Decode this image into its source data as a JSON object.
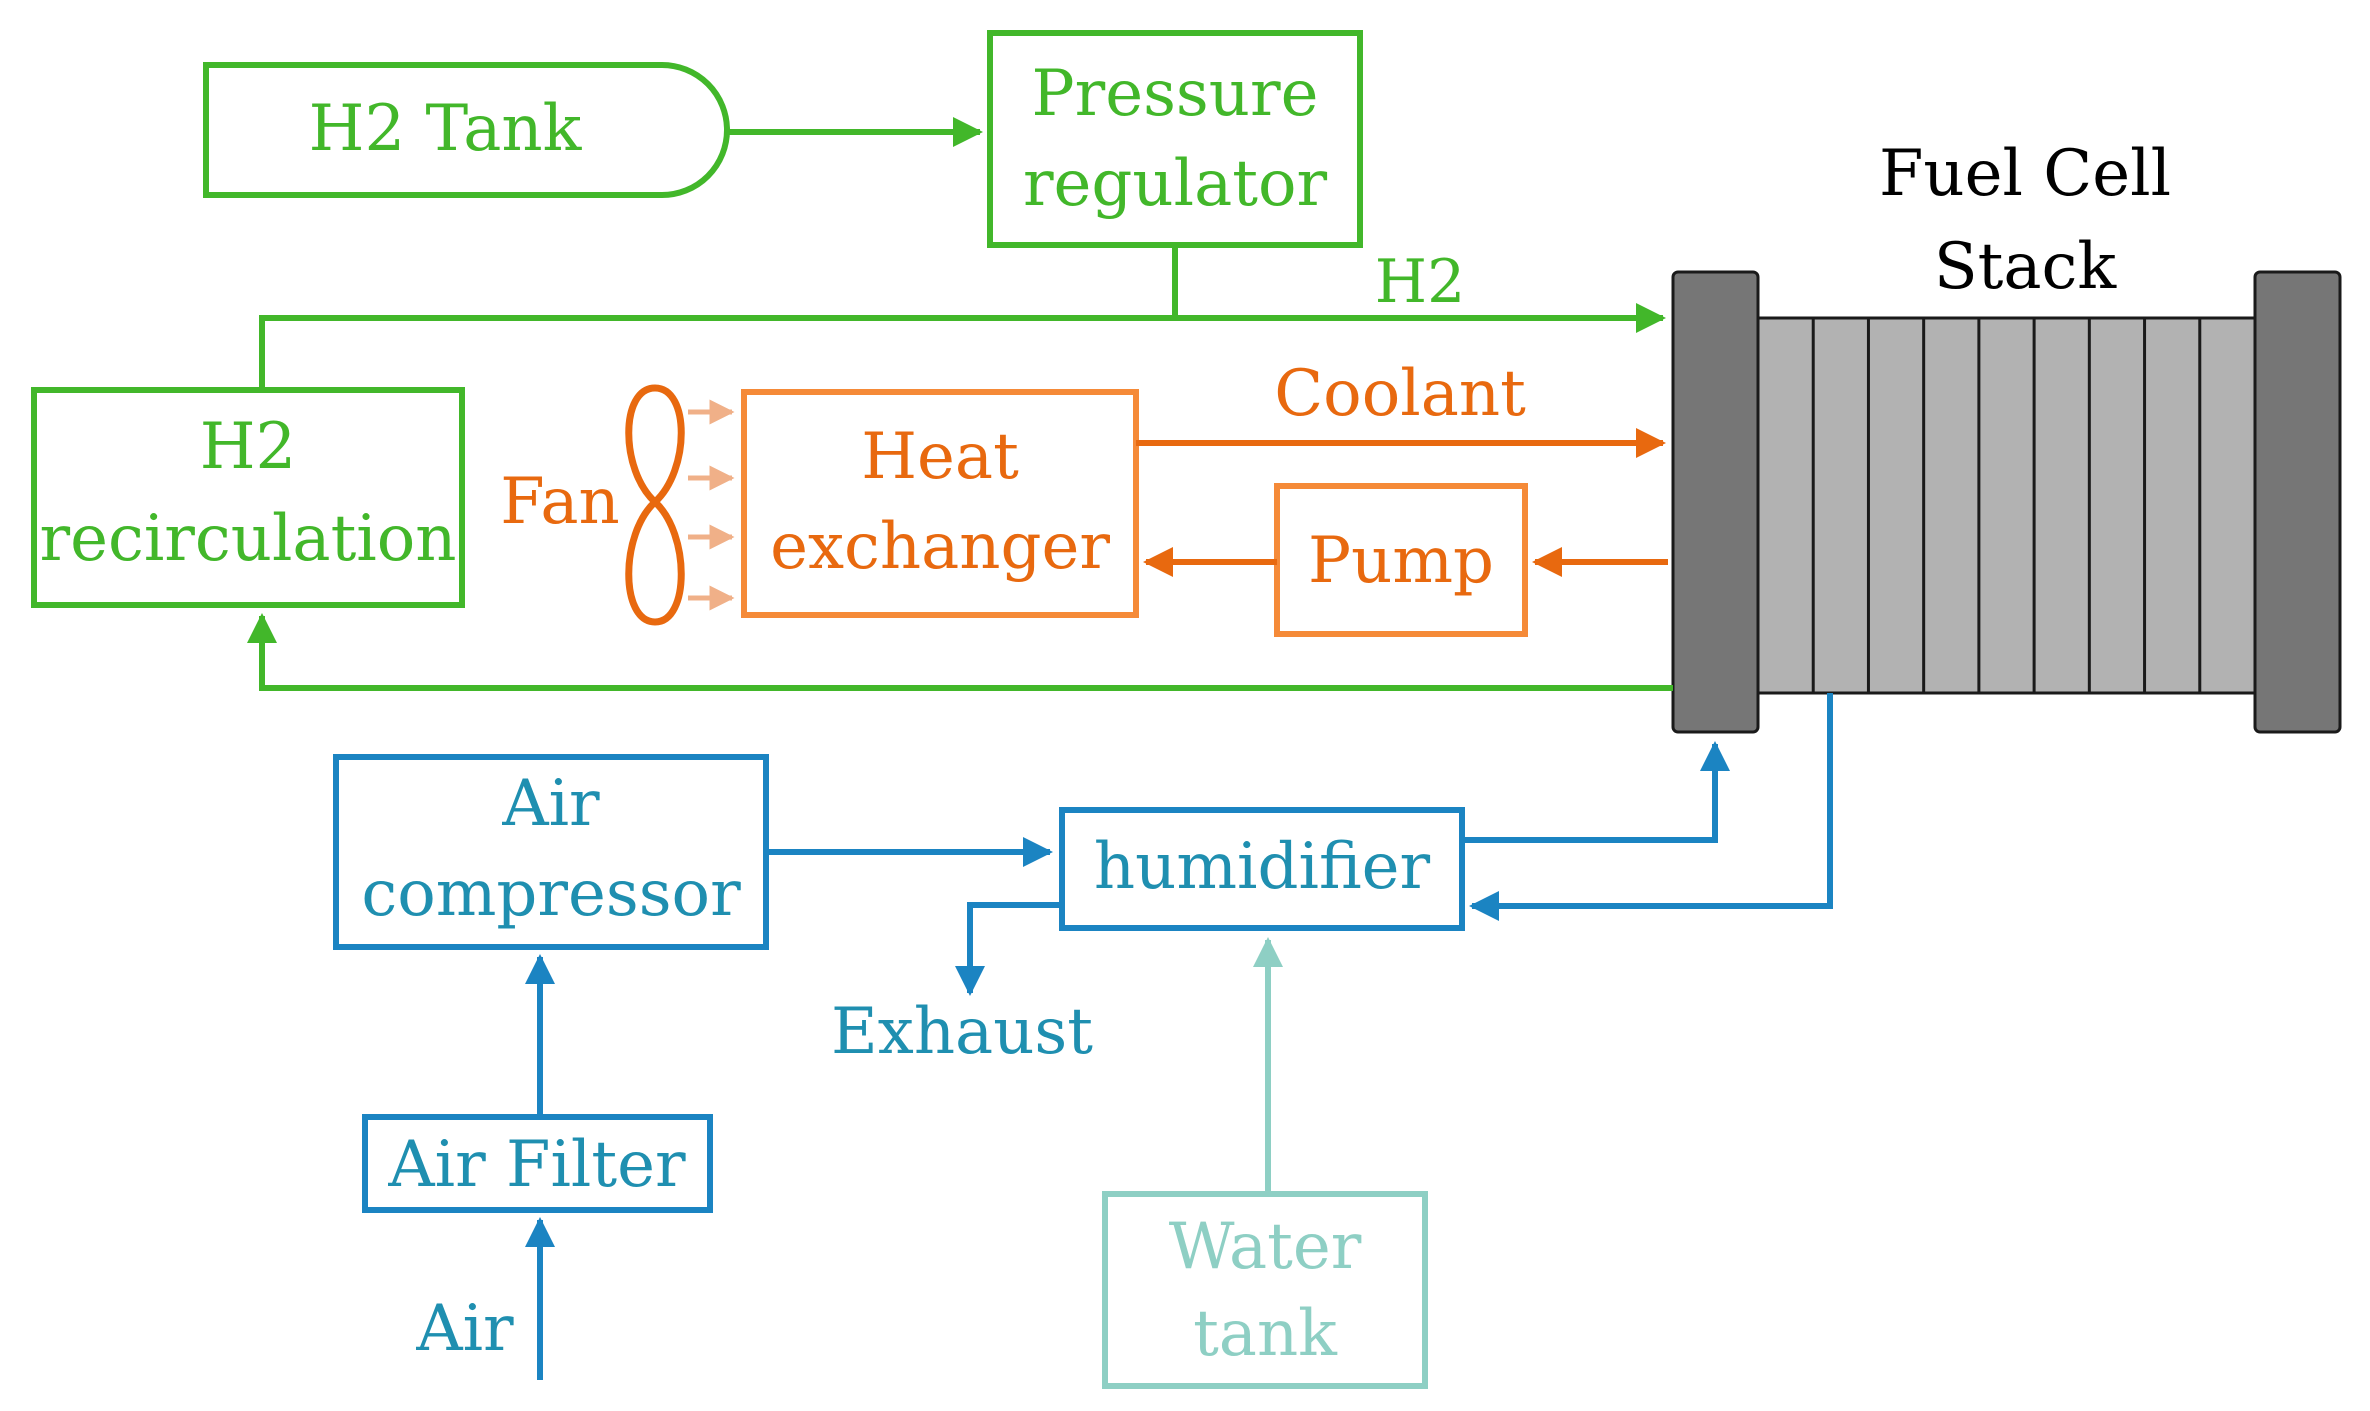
{
  "colors": {
    "hydrogen": "#42b72a",
    "coolant": "#e8690f",
    "coolant_box": "#f58a38",
    "fan_flow": "#f0b088",
    "air": "#1b84c2",
    "air_text": "#1f8fb0",
    "water": "#8ecfc4",
    "stack_end": "#767676",
    "stack_cell": "#b2b2b2",
    "text_dark": "#000000"
  },
  "hydrogen": {
    "tank": "H2 Tank",
    "regulator_line1": "Pressure",
    "regulator_line2": "regulator",
    "recirc_line1": "H2",
    "recirc_line2": "recirculation",
    "flow_label": "H2"
  },
  "coolant": {
    "fan": "Fan",
    "heat_exchanger_line1": "Heat",
    "heat_exchanger_line2": "exchanger",
    "pump": "Pump",
    "flow_label": "Coolant"
  },
  "air": {
    "compressor_line1": "Air",
    "compressor_line2": "compressor",
    "filter": "Air Filter",
    "inlet": "Air",
    "humidifier": "humidifier",
    "exhaust": "Exhaust"
  },
  "water": {
    "tank_line1": "Water",
    "tank_line2": "tank"
  },
  "stack": {
    "title_line1": "Fuel Cell",
    "title_line2": "Stack",
    "cell_count": 9
  }
}
